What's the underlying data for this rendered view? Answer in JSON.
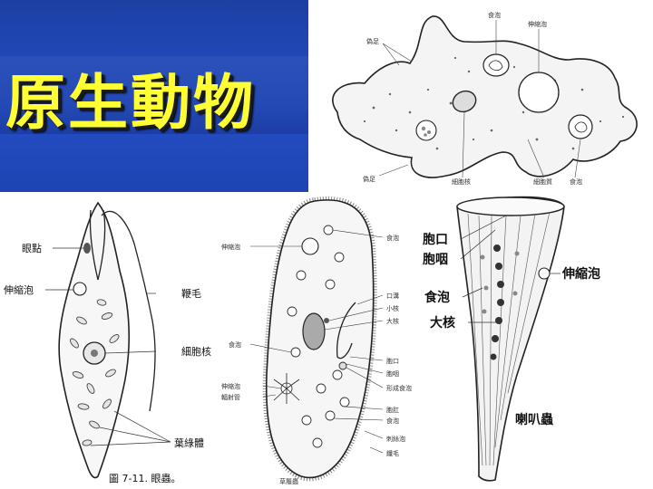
{
  "slide_title": "原生動物",
  "amoeba": {
    "labels": {
      "pseudopod_top": "偽足",
      "food_vacuole_top": "食泡",
      "contractile_vacuole": "伸縮泡",
      "nucleus": "細胞核",
      "pseudopod_bottom": "偽足",
      "cytoplasm": "細胞質",
      "food_vacuole_right": "食泡"
    }
  },
  "euglena": {
    "labels": {
      "eyespot": "眼點",
      "contractile_vacuole": "伸縮泡",
      "flagellum": "鞭毛",
      "nucleus": "細胞核",
      "chloroplast": "葉綠體"
    },
    "caption": "圖 7-11.  眼蟲。"
  },
  "paramecium": {
    "labels": {
      "contractile_vacuole_top": "伸縮泡",
      "food_vacuole_top": "食泡",
      "oral_groove": "口溝",
      "micronucleus": "小核",
      "macronucleus": "大核",
      "food_vacuole_left": "食泡",
      "mouth": "胞口",
      "gullet": "胞咽",
      "forming_food_vacuole": "形成食泡",
      "contractile_vacuole_bottom": "伸縮泡",
      "radial_canal": "輻射管",
      "anal_pore": "胞肛",
      "food_vacuole_bottom": "食泡",
      "trichocyst": "刺絲泡",
      "cilia": "纖毛"
    },
    "caption": "草履蟲"
  },
  "stentor": {
    "labels": {
      "mouth": "胞口",
      "gullet": "胞咽",
      "contractile_vacuole": "伸縮泡",
      "food_vacuole": "食泡",
      "macronucleus": "大核"
    },
    "caption": "喇叭蟲"
  },
  "colors": {
    "title_bg": "#244fc6",
    "title_text": "#ffff33",
    "ink": "#222222"
  }
}
